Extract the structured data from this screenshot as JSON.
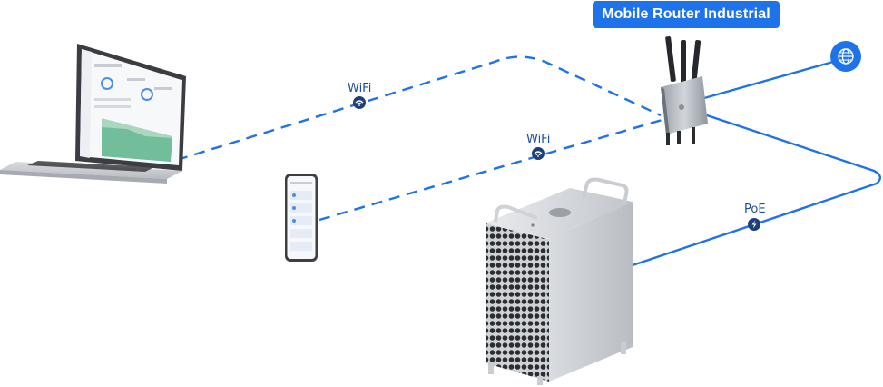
{
  "title": "Mobile Router Industrial",
  "connections": {
    "laptop_wifi": "WiFi",
    "phone_wifi": "WiFi",
    "server_poe": "PoE"
  },
  "devices": {
    "laptop": "laptop",
    "phone": "phone",
    "router": "mobile-router",
    "server": "tower-server",
    "internet": "globe-icon"
  },
  "colors": {
    "accent": "#1e72ea",
    "line": "#1e72ea",
    "badge_text": "#ffffff"
  }
}
